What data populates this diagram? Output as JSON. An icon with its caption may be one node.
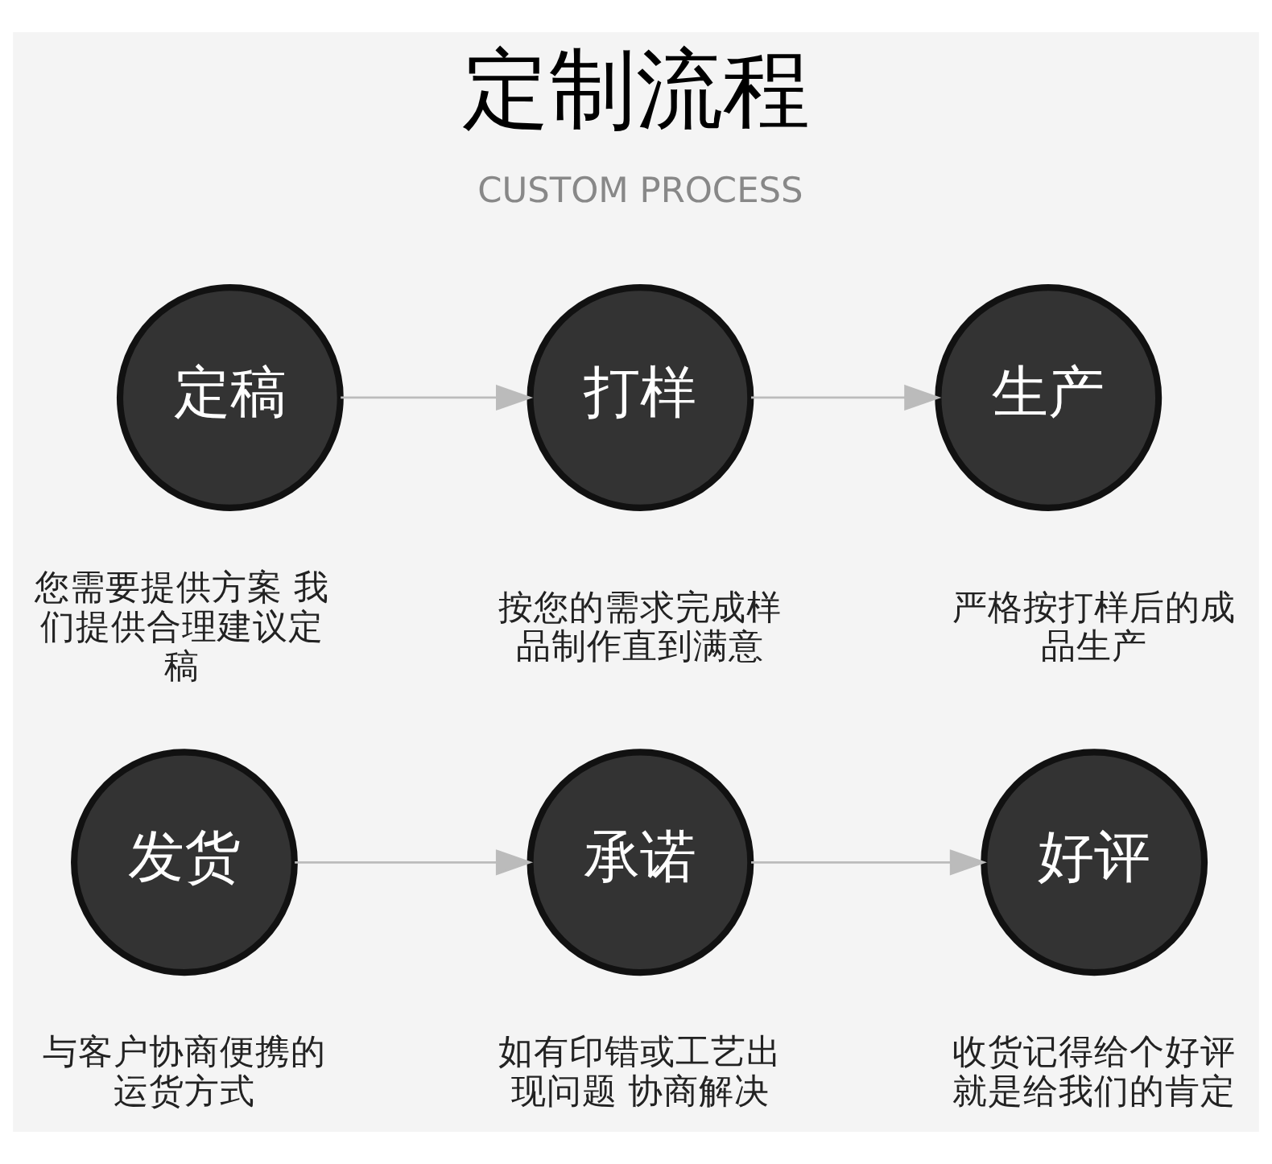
{
  "diagram": {
    "title": "定制流程",
    "nodes": [
      {
        "text": [
          "定稿"
        ],
        "beside": [
          "您需要提供方案 我们提供合理建议定稿"
        ]
      },
      {
        "text": [
          "打样"
        ],
        "beside": [
          "按您的需求完成样品制作直到满意"
        ]
      },
      {
        "text": [
          "生产"
        ],
        "beside": [
          "严格按打样后的成品生产"
        ]
      },
      {
        "text": [
          "发货"
        ],
        "beside": [
          "与客户协商便携的运货方式"
        ]
      },
      {
        "text": [
          "承诺"
        ],
        "beside": [
          "如有印错或工艺出现问题 协商解决"
        ]
      },
      {
        "text": [
          "好评"
        ],
        "beside": [
          "收货记得给个好评就是给我们的肯定"
        ]
      }
    ],
    "edges": [
      {
        "from": 0,
        "to": 1,
        "arrow": "to"
      },
      {
        "from": 1,
        "to": 2,
        "arrow": "to"
      },
      {
        "from": 3,
        "to": 4,
        "arrow": "to"
      },
      {
        "from": 4,
        "to": 5,
        "arrow": "to"
      }
    ],
    "labels": [
      "CUSTOM PROCESS"
    ]
  }
}
